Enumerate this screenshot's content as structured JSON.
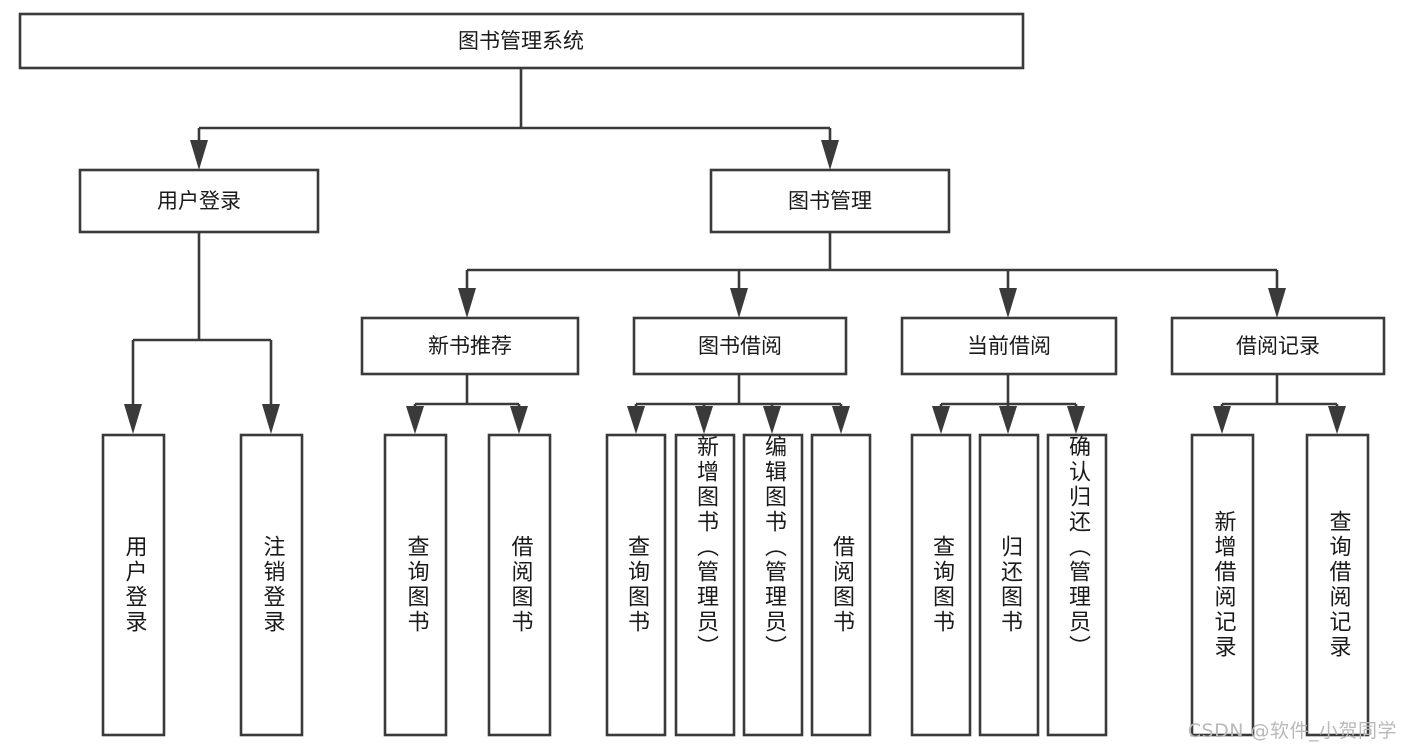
{
  "diagram": {
    "type": "tree-hierarchy",
    "orientation": "top-down",
    "root": {
      "id": "root",
      "label": "图书管理系统"
    },
    "level1": [
      {
        "id": "user-login",
        "label": "用户登录"
      },
      {
        "id": "book-management",
        "label": "图书管理"
      }
    ],
    "level2": [
      {
        "id": "new-book-recommend",
        "label": "新书推荐",
        "parent": "book-management"
      },
      {
        "id": "book-borrow",
        "label": "图书借阅",
        "parent": "book-management"
      },
      {
        "id": "current-borrow",
        "label": "当前借阅",
        "parent": "book-management"
      },
      {
        "id": "borrow-record",
        "label": "借阅记录",
        "parent": "book-management"
      }
    ],
    "leaves": [
      {
        "id": "leaf-user-login",
        "label": "用户登录",
        "parent": "user-login"
      },
      {
        "id": "leaf-user-logout",
        "label": "注销登录",
        "parent": "user-login"
      },
      {
        "id": "leaf-query-book-1",
        "label": "查询图书",
        "parent": "new-book-recommend"
      },
      {
        "id": "leaf-borrow-book-1",
        "label": "借阅图书",
        "parent": "new-book-recommend"
      },
      {
        "id": "leaf-query-book-2",
        "label": "查询图书",
        "parent": "book-borrow"
      },
      {
        "id": "leaf-add-book",
        "label": "新增图书（管理员）",
        "parent": "book-borrow"
      },
      {
        "id": "leaf-edit-book",
        "label": "编辑图书（管理员）",
        "parent": "book-borrow"
      },
      {
        "id": "leaf-borrow-book-2",
        "label": "借阅图书",
        "parent": "book-borrow"
      },
      {
        "id": "leaf-query-book-3",
        "label": "查询图书",
        "parent": "current-borrow"
      },
      {
        "id": "leaf-return-book",
        "label": "归还图书",
        "parent": "current-borrow"
      },
      {
        "id": "leaf-confirm-return",
        "label": "确认归还（管理员）",
        "parent": "current-borrow"
      },
      {
        "id": "leaf-add-record",
        "label": "新增借阅记录",
        "parent": "borrow-record"
      },
      {
        "id": "leaf-query-record",
        "label": "查询借阅记录",
        "parent": "borrow-record"
      }
    ]
  },
  "watermark": {
    "text": "CSDN @软件_小贺同学"
  },
  "colors": {
    "stroke": "#3a3a3a",
    "box_fill": "#ffffff",
    "text": "#1a1a1a",
    "background": "#ffffff",
    "watermark_text": "#b9b9b9"
  }
}
